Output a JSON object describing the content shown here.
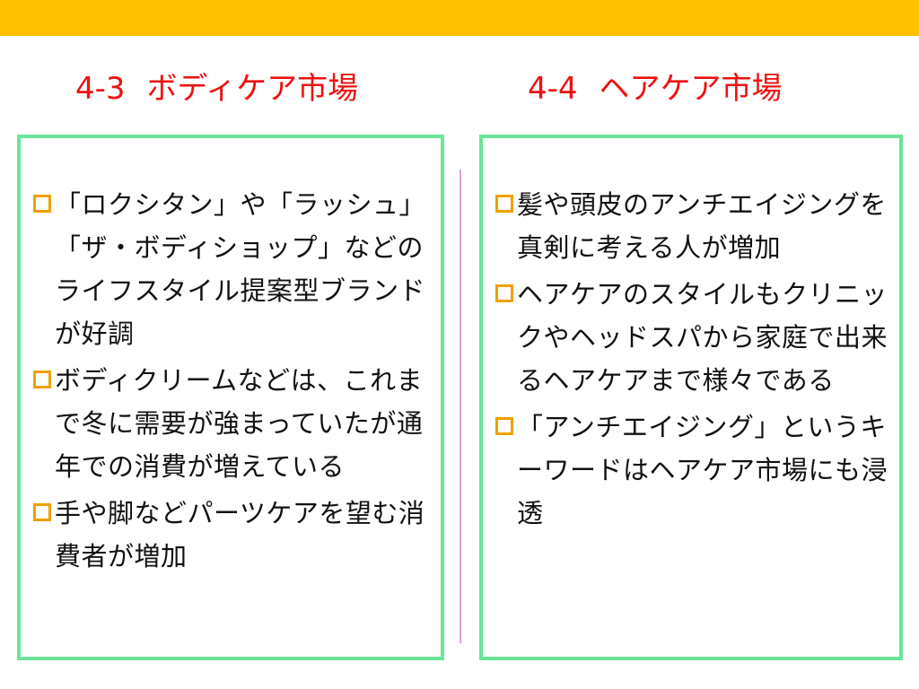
{
  "slide": {
    "accent_bar_color": "#FFC000",
    "heading_color": "#EE1111",
    "panel_border_color": "#6BE59B",
    "bullet_marker_color": "#F0A000",
    "bullet_marker_icon": "hollow-square-bullet",
    "left": {
      "number": "4-3",
      "title": "ボディケア市場",
      "bullets": [
        "「ロクシタン」や「ラッシュ」「ザ・ボディショップ」などのライフスタイル提案型ブランドが好調",
        "ボディクリームなどは、これまで冬に需要が強まっていたが通年での消費が増えている",
        "手や脚などパーツケアを望む消費者が増加"
      ]
    },
    "right": {
      "number": "4-4",
      "title": "ヘアケア市場",
      "bullets": [
        "髪や頭皮のアンチエイジングを真剣に考える人が増加",
        "ヘアケアのスタイルもクリニックやヘッドスパから家庭で出来るヘアケアまで様々である",
        "「アンチエイジング」というキーワードはヘアケア市場にも浸透"
      ]
    }
  }
}
